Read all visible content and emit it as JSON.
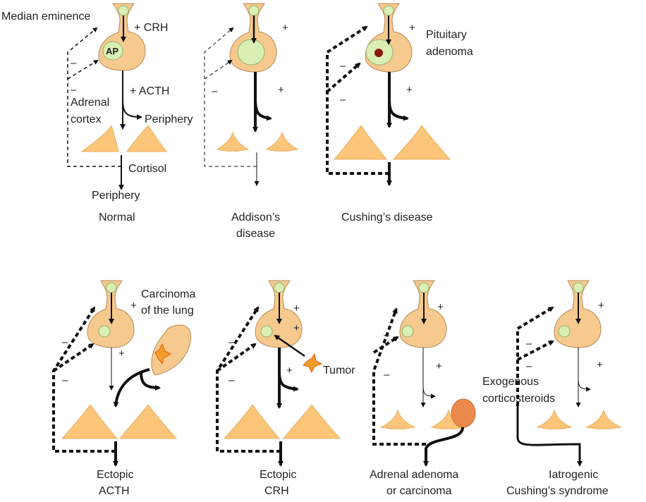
{
  "panels": {
    "normal": {
      "title": "Normal",
      "labels": {
        "median_eminence": "Median eminence",
        "crh": "+ CRH",
        "ap": "AP",
        "acth": "+ ACTH",
        "adrenal_cortex_1": "Adrenal",
        "adrenal_cortex_2": "cortex",
        "periphery_right": "Periphery",
        "cortisol": "Cortisol",
        "periphery_bottom": "Periphery"
      },
      "signs": [
        "–",
        "–"
      ]
    },
    "addisons": {
      "title_line1": "Addison’s",
      "title_line2": "disease",
      "signs": [
        "+",
        "–",
        "+"
      ]
    },
    "cushings_disease": {
      "title": "Cushing’s disease",
      "labels": {
        "pituitary_1": "Pituitary",
        "pituitary_2": "adenoma"
      },
      "signs": [
        "+",
        "–",
        "–",
        "+"
      ]
    },
    "ectopic_acth": {
      "title_line1": "Ectopic",
      "title_line2": "ACTH",
      "labels": {
        "carcinoma_1": "Carcinoma",
        "carcinoma_2": "of the lung"
      },
      "signs": [
        "+",
        "–",
        "–",
        "+"
      ]
    },
    "ectopic_crh": {
      "title_line1": "Ectopic",
      "title_line2": "CRH",
      "labels": {
        "tumor": "Tumor"
      },
      "signs": [
        "+",
        "–",
        "+",
        "–",
        "+"
      ]
    },
    "adrenal_adenoma": {
      "title_line1": "Adrenal adenoma",
      "title_line2": "or carcinoma",
      "signs": [
        "+",
        "–",
        "–",
        "+"
      ]
    },
    "iatrogenic": {
      "title_line1": "Iatrogenic",
      "title_line2": "Cushing’s syndrome",
      "labels": {
        "exogenous_1": "Exogenous",
        "exogenous_2": "corticosteroids"
      },
      "signs": [
        "+",
        "–",
        "–",
        "+"
      ]
    }
  },
  "colors": {
    "pituitary": "#f6c98e",
    "adrenal": "#fbc57a",
    "nucleus": "#d9efb4",
    "adenoma_dot": "#8b1a0a",
    "tumor": "#f39c2a",
    "adrenal_mass": "#ec8a4c"
  }
}
